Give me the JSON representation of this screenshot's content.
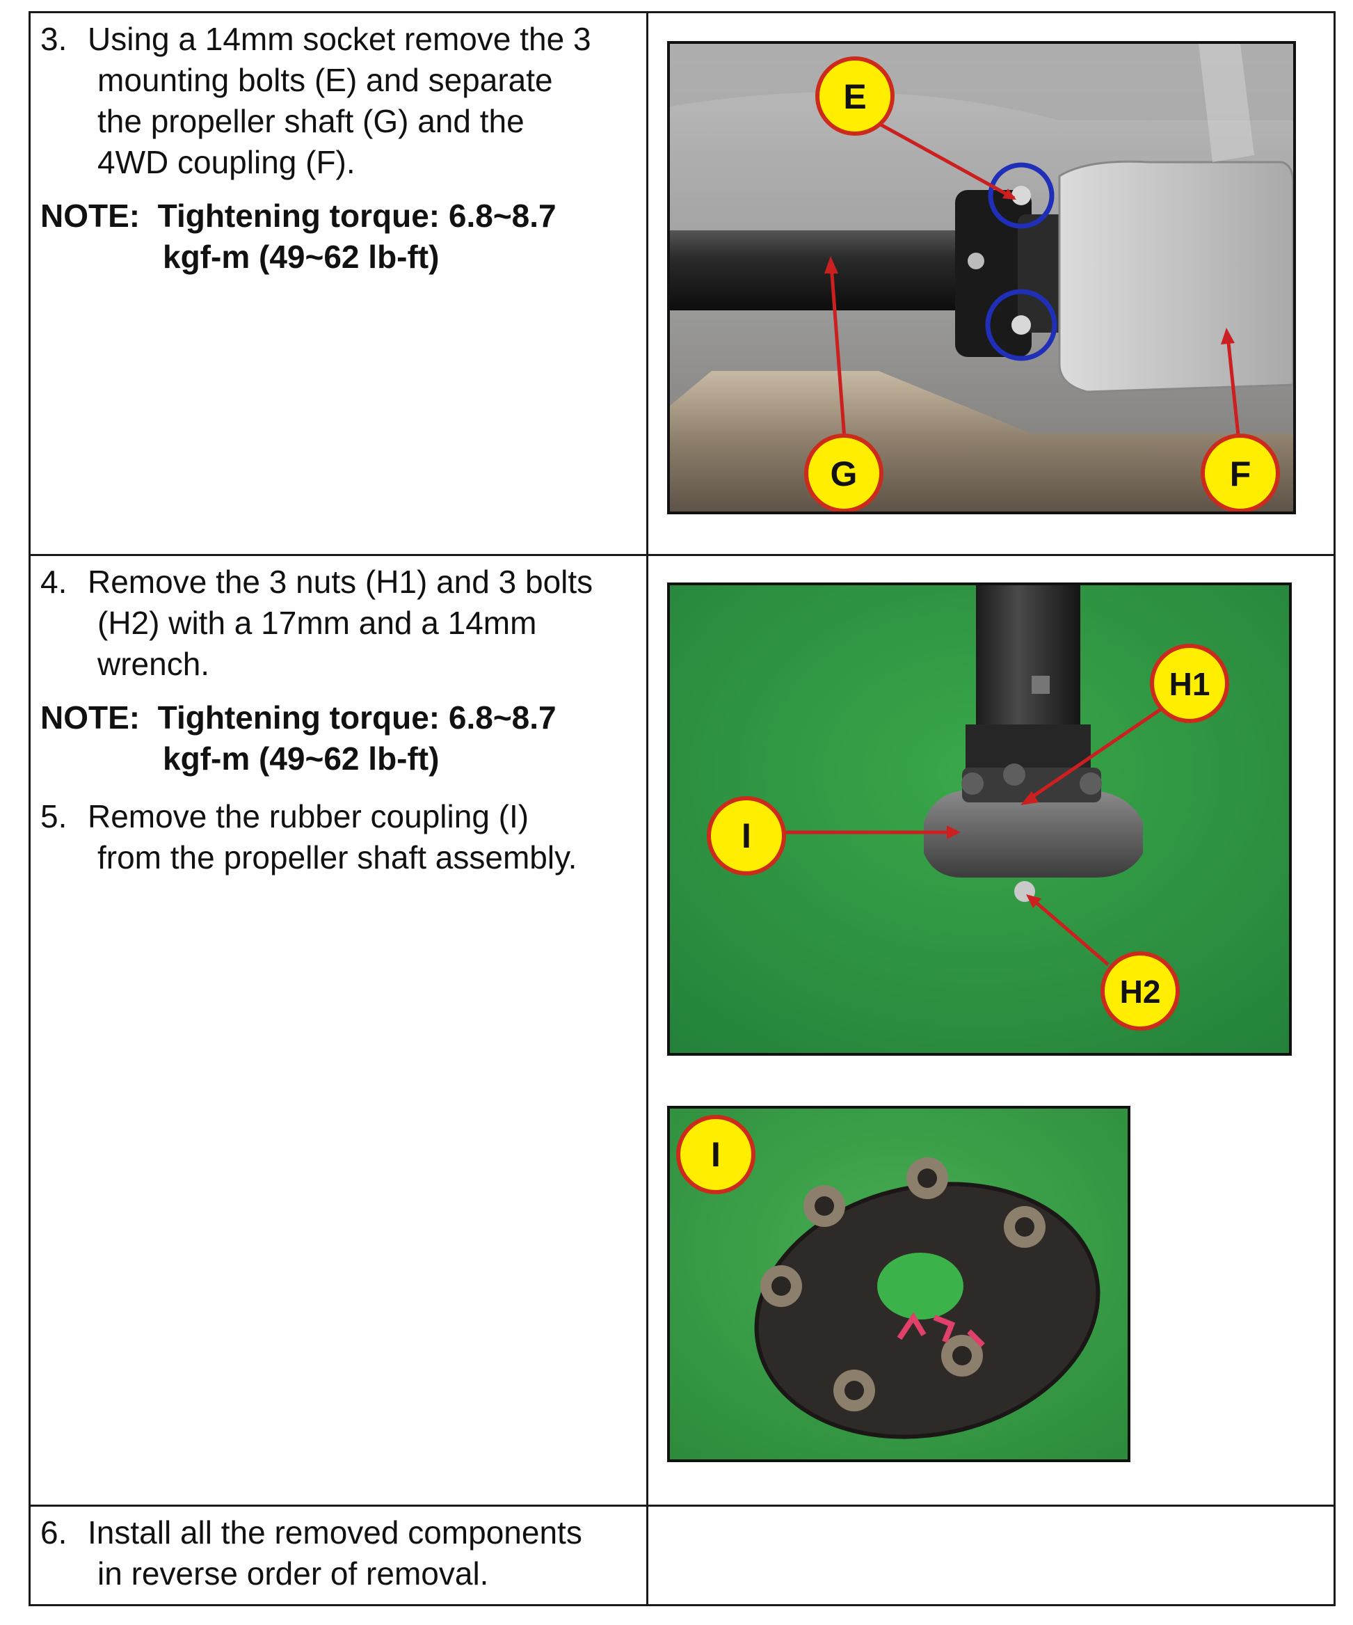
{
  "steps": [
    {
      "number": "3.",
      "lines": [
        "Using a 14mm socket remove the 3",
        "mounting bolts (E) and separate",
        "the propeller shaft (G) and the",
        "4WD coupling (F)."
      ],
      "note_label": "NOTE:",
      "note_lines": [
        "Tightening torque: 6.8~8.7",
        "kgf-m (49~62 lb-ft)"
      ]
    },
    {
      "number": "4.",
      "lines": [
        "Remove the 3 nuts (H1) and 3 bolts",
        "(H2) with a 17mm and a 14mm",
        "wrench."
      ],
      "note_label": "NOTE:",
      "note_lines": [
        "Tightening torque: 6.8~8.7",
        "kgf-m (49~62 lb-ft)"
      ]
    },
    {
      "number": "5.",
      "lines": [
        "Remove the rubber coupling (I)",
        "from the propeller shaft assembly."
      ]
    },
    {
      "number": "6.",
      "lines": [
        "Install all the removed components",
        "in reverse order of removal."
      ]
    }
  ],
  "photos": {
    "photo1": {
      "labels": {
        "E": "E",
        "G": "G",
        "F": "F"
      }
    },
    "photo2": {
      "labels": {
        "H1": "H1",
        "I": "I",
        "H2": "H2"
      }
    },
    "photo3": {
      "labels": {
        "I": "I"
      }
    }
  },
  "colors": {
    "callout_fill": "#ffee00",
    "callout_border": "#cc2a1a",
    "arrow": "#cc1f1f",
    "bolt_circle": "#1f2fb8",
    "mat_green": "#2f9a3e"
  }
}
